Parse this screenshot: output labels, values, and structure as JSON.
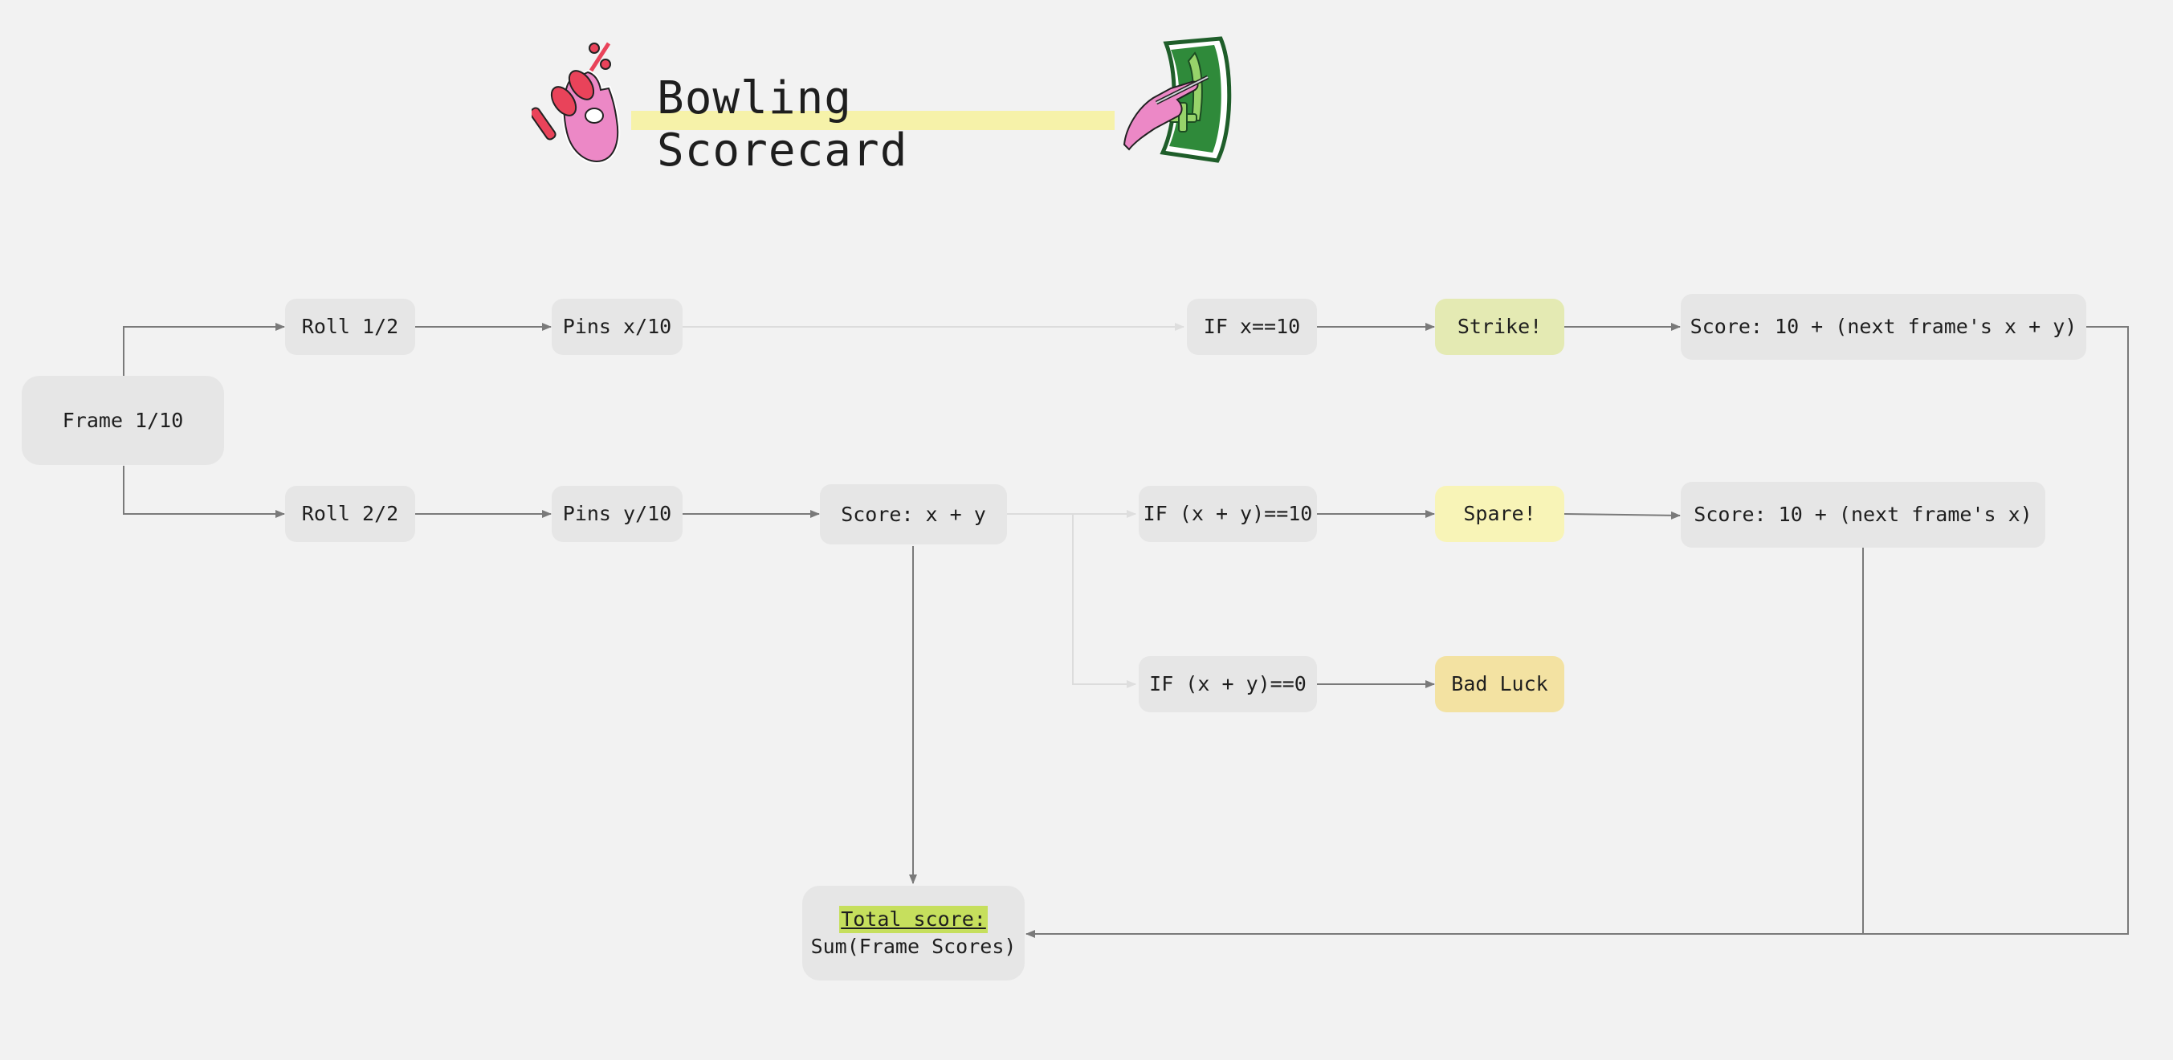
{
  "title": "Bowling Scorecard",
  "nodes": {
    "frame": "Frame 1/10",
    "roll1": "Roll 1/2",
    "roll2": "Roll 2/2",
    "pins_x": "Pins x/10",
    "pins_y": "Pins y/10",
    "score_xy": "Score: x + y",
    "if_strike": "IF x==10",
    "strike": "Strike!",
    "score_strike": "Score: 10 + (next frame's x + y)",
    "if_spare": "IF (x + y)==10",
    "spare": "Spare!",
    "score_spare": "Score: 10 + (next frame's x)",
    "if_zero": "IF (x + y)==0",
    "bad_luck": "Bad Luck",
    "total_label": "Total score:",
    "total_formula": "Sum(Frame Scores)"
  },
  "colors": {
    "canvas": "#f2f2f2",
    "node": "#e6e6e6",
    "strike": "#e4eab3",
    "spare": "#f8f4b7",
    "bad_luck": "#f3e2a2",
    "total_highlight": "#c6df5d",
    "title_highlight": "#f6f2a9",
    "edge": "#7a7a7a",
    "edge_faint": "#d8d8d8"
  },
  "decorations": [
    "hundred-percent-ok-hand-icon",
    "hand-writing-plus-one-icon"
  ]
}
